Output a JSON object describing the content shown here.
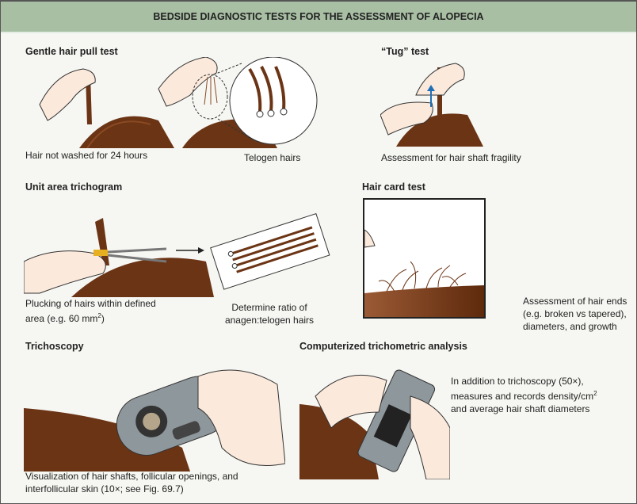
{
  "title": "BEDSIDE DIAGNOSTIC TESTS FOR THE ASSESSMENT OF ALOPECIA",
  "sections": {
    "pull": {
      "heading": "Gentle hair pull test",
      "caption1": "Hair not washed for 24 hours",
      "caption2": "Telogen hairs"
    },
    "tug": {
      "heading": "“Tug” test",
      "caption": "Assessment for hair shaft fragility"
    },
    "trichogram": {
      "heading": "Unit area trichogram",
      "caption1_line1": "Plucking of hairs within defined",
      "caption1_line2": "area (e.g. 60 mm",
      "caption1_sup": "2",
      "caption1_end": ")",
      "caption2_line1": "Determine ratio of",
      "caption2_line2": "anagen:telogen hairs"
    },
    "card": {
      "heading": "Hair card test",
      "caption_line1": "Assessment of hair ends",
      "caption_line2": "(e.g. broken vs tapered),",
      "caption_line3": "diameters, and growth"
    },
    "trichoscopy": {
      "heading": "Trichoscopy",
      "caption_line1": "Visualization of hair shafts, follicular openings, and",
      "caption_line2": "interfollicular skin (10×; see Fig. 69.7)"
    },
    "computerized": {
      "heading": "Computerized trichometric analysis",
      "caption_line1": "In addition to trichoscopy (50×),",
      "caption_line2": "measures and records density/cm",
      "caption_sup": "2",
      "caption_line3": "and average hair shaft diameters"
    }
  },
  "colors": {
    "header": "#a8bfa4",
    "hair": "#6b3415",
    "skin": "#fbe9dc",
    "device": "#8e979c"
  }
}
